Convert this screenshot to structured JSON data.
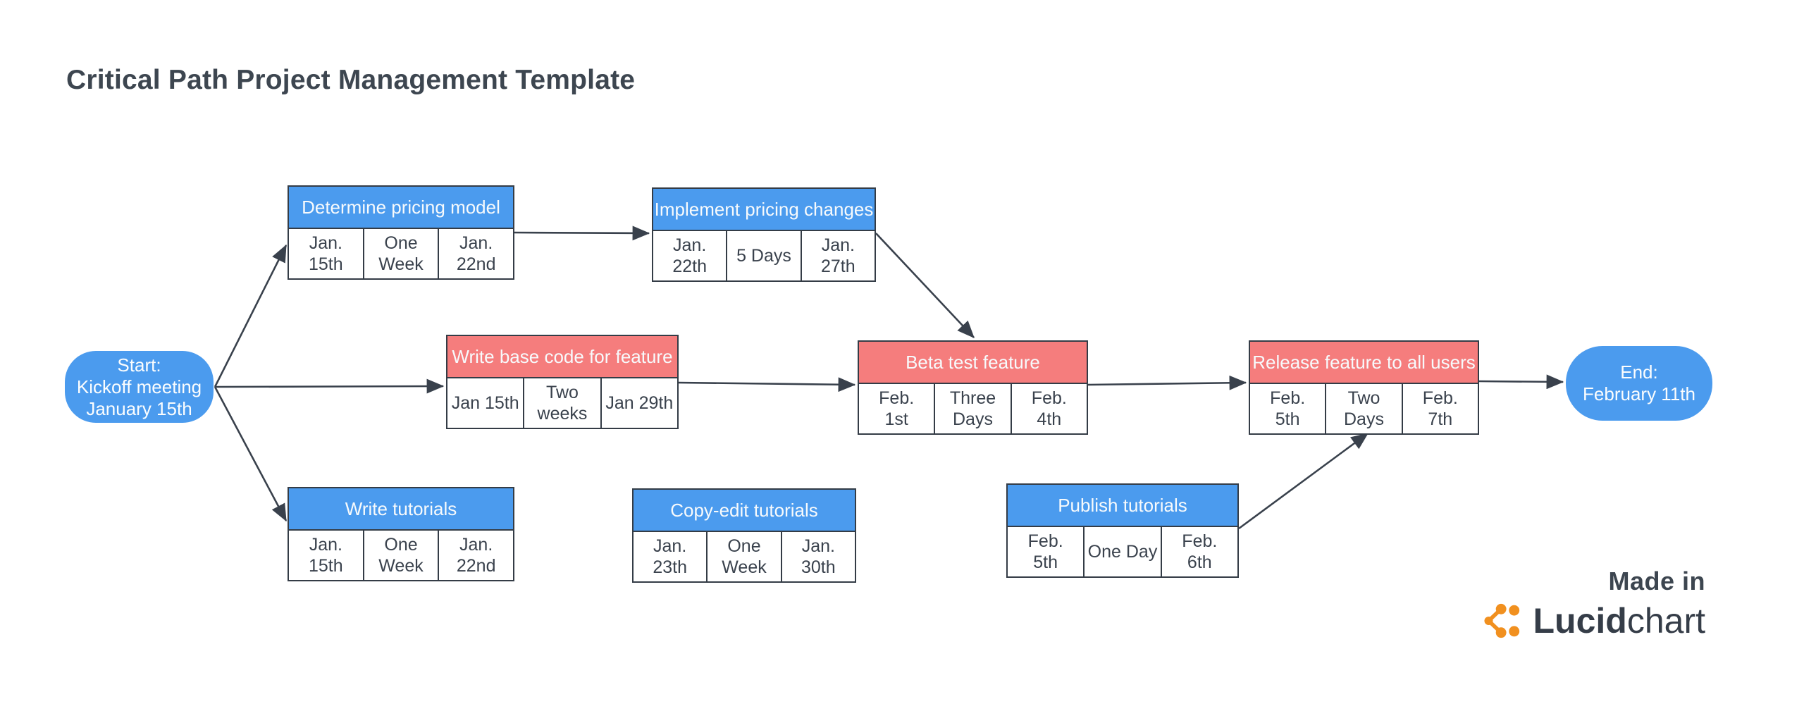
{
  "title": "Critical Path Project Management Template",
  "colors": {
    "task_blue": "#4b9bee",
    "critical_path_red": "#f57d7d",
    "line_dark": "#39414c",
    "brand_orange": "#f1901f"
  },
  "start_node": {
    "text": "Start:\nKickoff meeting\nJanuary 15th"
  },
  "end_node": {
    "text": "End:\nFebruary 11th"
  },
  "tasks": [
    {
      "id": "determine-pricing-model",
      "title": "Determine pricing model",
      "color": "#4b9bee",
      "cells": [
        "Jan.\n15th",
        "One\nWeek",
        "Jan.\n22nd"
      ]
    },
    {
      "id": "implement-pricing-changes",
      "title": "Implement pricing changes",
      "color": "#4b9bee",
      "cells": [
        "Jan.\n22th",
        "5 Days",
        "Jan.\n27th"
      ]
    },
    {
      "id": "write-base-code",
      "title": "Write base code for feature",
      "color": "#f57d7d",
      "cells": [
        "Jan 15th",
        "Two\nweeks",
        "Jan 29th"
      ]
    },
    {
      "id": "beta-test-feature",
      "title": "Beta test feature",
      "color": "#f57d7d",
      "cells": [
        "Feb.\n1st",
        "Three\nDays",
        "Feb.\n4th"
      ]
    },
    {
      "id": "release-feature",
      "title": "Release feature to all users",
      "color": "#f57d7d",
      "cells": [
        "Feb.\n5th",
        "Two Days",
        "Feb.\n7th"
      ]
    },
    {
      "id": "write-tutorials",
      "title": "Write tutorials",
      "color": "#4b9bee",
      "cells": [
        "Jan.\n15th",
        "One\nWeek",
        "Jan.\n22nd"
      ]
    },
    {
      "id": "copy-edit-tutorials",
      "title": "Copy-edit tutorials",
      "color": "#4b9bee",
      "cells": [
        "Jan.\n23th",
        "One\nWeek",
        "Jan.\n30th"
      ]
    },
    {
      "id": "publish-tutorials",
      "title": "Publish tutorials",
      "color": "#4b9bee",
      "cells": [
        "Feb.\n5th",
        "One Day",
        "Feb.\n6th"
      ]
    }
  ],
  "connectors": [
    {
      "from": "start",
      "to": "determine-pricing-model"
    },
    {
      "from": "start",
      "to": "write-base-code"
    },
    {
      "from": "start",
      "to": "write-tutorials"
    },
    {
      "from": "determine-pricing-model",
      "to": "implement-pricing-changes"
    },
    {
      "from": "implement-pricing-changes",
      "to": "beta-test-feature"
    },
    {
      "from": "write-base-code",
      "to": "beta-test-feature"
    },
    {
      "from": "beta-test-feature",
      "to": "release-feature"
    },
    {
      "from": "publish-tutorials",
      "to": "release-feature"
    },
    {
      "from": "release-feature",
      "to": "end"
    }
  ],
  "credit": {
    "made_in": "Made in",
    "brand_bold": "Lucid",
    "brand_light": "chart"
  }
}
